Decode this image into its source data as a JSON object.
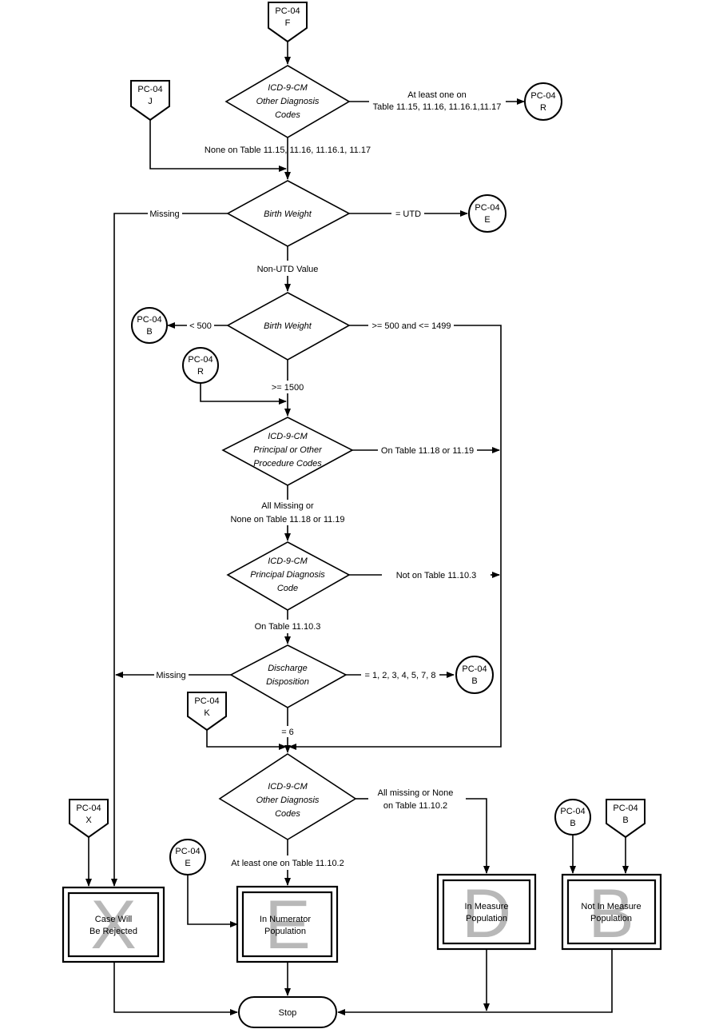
{
  "connectors": {
    "f": [
      "PC-04",
      "F"
    ],
    "j": [
      "PC-04",
      "J"
    ],
    "r_top": [
      "PC-04",
      "R"
    ],
    "e_top": [
      "PC-04",
      "E"
    ],
    "b_left": [
      "PC-04",
      "B"
    ],
    "r_mid": [
      "PC-04",
      "R"
    ],
    "b_disch": [
      "PC-04",
      "B"
    ],
    "k": [
      "PC-04",
      "K"
    ],
    "x": [
      "PC-04",
      "X"
    ],
    "e_bot": [
      "PC-04",
      "E"
    ],
    "b_circle": [
      "PC-04",
      "B"
    ],
    "b_page": [
      "PC-04",
      "B"
    ]
  },
  "decisions": {
    "d1": [
      "ICD-9-CM",
      "Other Diagnosis",
      "Codes"
    ],
    "d2": [
      "Birth Weight"
    ],
    "d3": [
      "Birth Weight"
    ],
    "d4": [
      "ICD-9-CM",
      "Principal or Other",
      "Procedure Codes"
    ],
    "d5": [
      "ICD-9-CM",
      "Principal Diagnosis",
      "Code"
    ],
    "d6": [
      "Discharge",
      "Disposition"
    ],
    "d7": [
      "ICD-9-CM",
      "Other Diagnosis",
      "Codes"
    ]
  },
  "edge_labels": {
    "d1_right": [
      "At least one on",
      "Table 11.15, 11.16, 11.16.1,11.17"
    ],
    "d1_down": "None on Table 11.15, 11.16, 11.16.1, 11.17",
    "d2_left": "Missing",
    "d2_right": "= UTD",
    "d2_down": "Non-UTD Value",
    "d3_left": "< 500",
    "d3_right": ">= 500 and <= 1499",
    "d3_down": ">= 1500",
    "d4_right": "On Table 11.18 or 11.19",
    "d4_down": [
      "All Missing or",
      "None on Table 11.18 or 11.19"
    ],
    "d5_right": "Not on Table 11.10.3",
    "d5_down": "On Table 11.10.3",
    "d6_left": "Missing",
    "d6_right": "= 1, 2, 3, 4, 5, 7, 8",
    "d6_down": "= 6",
    "d7_right": [
      "All missing or None",
      "on Table 11.10.2"
    ],
    "d7_down": "At least one on Table 11.10.2"
  },
  "outcomes": {
    "x": {
      "letter": "X",
      "text": [
        "Case Will",
        "Be Rejected"
      ]
    },
    "e": {
      "letter": "E",
      "text": [
        "In Numerator",
        "Population"
      ]
    },
    "d": {
      "letter": "D",
      "text": [
        "In Measure",
        "Population"
      ]
    },
    "b": {
      "letter": "B",
      "text": [
        "Not In Measure",
        "Population"
      ]
    }
  },
  "terminal": {
    "stop": "Stop"
  }
}
